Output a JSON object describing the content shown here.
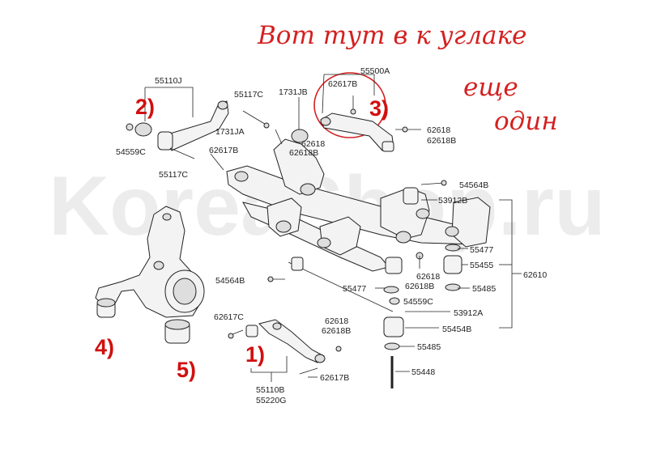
{
  "watermark": "KoreaShop.ru",
  "note": {
    "line1": "Вот тут в к углаке",
    "line2": "еще",
    "line3": "один"
  },
  "callouts": {
    "c1": "1)",
    "c2": "2)",
    "c3": "3)",
    "c4": "4)",
    "c5": "5)"
  },
  "labels": {
    "p55110J": "55110J",
    "p55117C_top": "55117C",
    "p1731JB": "1731JB",
    "p55500A": "55500A",
    "p62617B_top": "62617B",
    "p54559C_top": "54559C",
    "p55117C_bot": "55117C",
    "p1731JA": "1731JA",
    "p62617B_mid": "62617B",
    "p62618_a": "62618",
    "p62618B_a": "62618B",
    "p62618_b": "62618",
    "p62618B_b": "62618B",
    "p54564B_right": "54564B",
    "p53912B": "53912B",
    "p55477_right": "55477",
    "p55455": "55455",
    "p62610": "62610",
    "p54564B_left": "54564B",
    "p62618_c": "62618",
    "p62618B_c": "62618B",
    "p55477_left": "55477",
    "p55485_top": "55485",
    "p54559C_bot": "54559C",
    "p53912A": "53912A",
    "p62617C": "62617C",
    "p62618_d": "62618",
    "p62618B_d": "62618B",
    "p55454B": "55454B",
    "p55485_bot": "55485",
    "p55448": "55448",
    "p62617B_bot": "62617B",
    "p55110B": "55110B",
    "p55220G": "55220G"
  }
}
